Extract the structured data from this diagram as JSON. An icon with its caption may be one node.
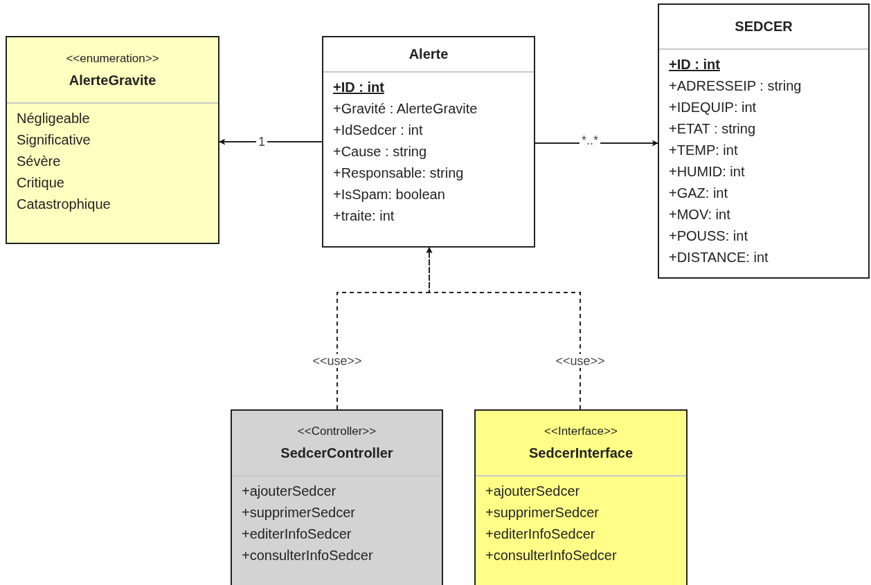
{
  "diagram": {
    "nodes": [
      {
        "text": [
          "<<enumeration>>",
          "AlerteGravite",
          "Négligeable",
          "Significative",
          "Sévère",
          "Critique",
          "Catastrophique"
        ]
      },
      {
        "text": [
          "Alerte",
          "+ID : int",
          "+Gravité : AlerteGravite",
          "+IdSedcer : int",
          "+Cause : string",
          "+Responsable: string",
          "+IsSpam: boolean",
          "+traite: int"
        ]
      },
      {
        "text": [
          "SEDCER",
          "+ID : int",
          "+ADRESSEIP : string",
          "+IDEQUIP: int",
          "+ETAT : string",
          "+TEMP: int",
          "+HUMID: int",
          "+GAZ: int",
          "+MOV: int",
          "+POUSS: int",
          "+DISTANCE: int"
        ]
      },
      {
        "text": [
          "<<Controller>>",
          "SedcerController",
          "+ajouterSedcer",
          "+supprimerSedcer",
          "+editerInfoSedcer",
          "+consulterInfoSedcer"
        ]
      },
      {
        "text": [
          "<<Interface>>",
          "SedcerInterface",
          "+ajouterSedcer",
          "+supprimerSedcer",
          "+editerInfoSedcer",
          "+consulterInfoSedcer"
        ]
      }
    ],
    "edges": [
      {
        "from": 1,
        "to": 0,
        "arrow": "to",
        "label": "1"
      },
      {
        "from": 1,
        "to": 2,
        "arrow": "to",
        "label": "*..*"
      },
      {
        "from": 3,
        "to": 1,
        "arrow": "to",
        "label": "<<use>>",
        "style": "dashed"
      },
      {
        "from": 4,
        "to": 1,
        "arrow": "to",
        "label": "<<use>>",
        "style": "dashed"
      }
    ]
  }
}
